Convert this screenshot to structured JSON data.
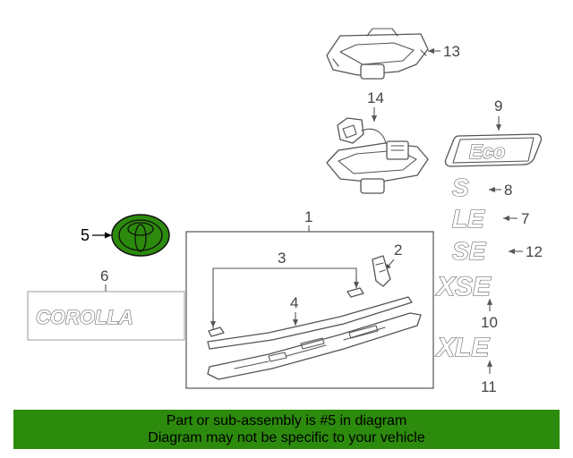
{
  "callouts": {
    "c1": "1",
    "c2": "2",
    "c3": "3",
    "c4": "4",
    "c5": "5",
    "c6": "6",
    "c7": "7",
    "c8": "8",
    "c9": "9",
    "c10": "10",
    "c11": "11",
    "c12": "12",
    "c13": "13",
    "c14": "14"
  },
  "badges": {
    "corolla": "COROLLA",
    "eco": "Eco",
    "s": "S",
    "le": "LE",
    "se": "SE",
    "xse": "XSE",
    "xle": "XLE"
  },
  "highlight_color": "#2c8a0c",
  "banner": {
    "line1": "Part or sub-assembly is #5 in diagram",
    "line2": "Diagram may not be specific to your vehicle"
  }
}
